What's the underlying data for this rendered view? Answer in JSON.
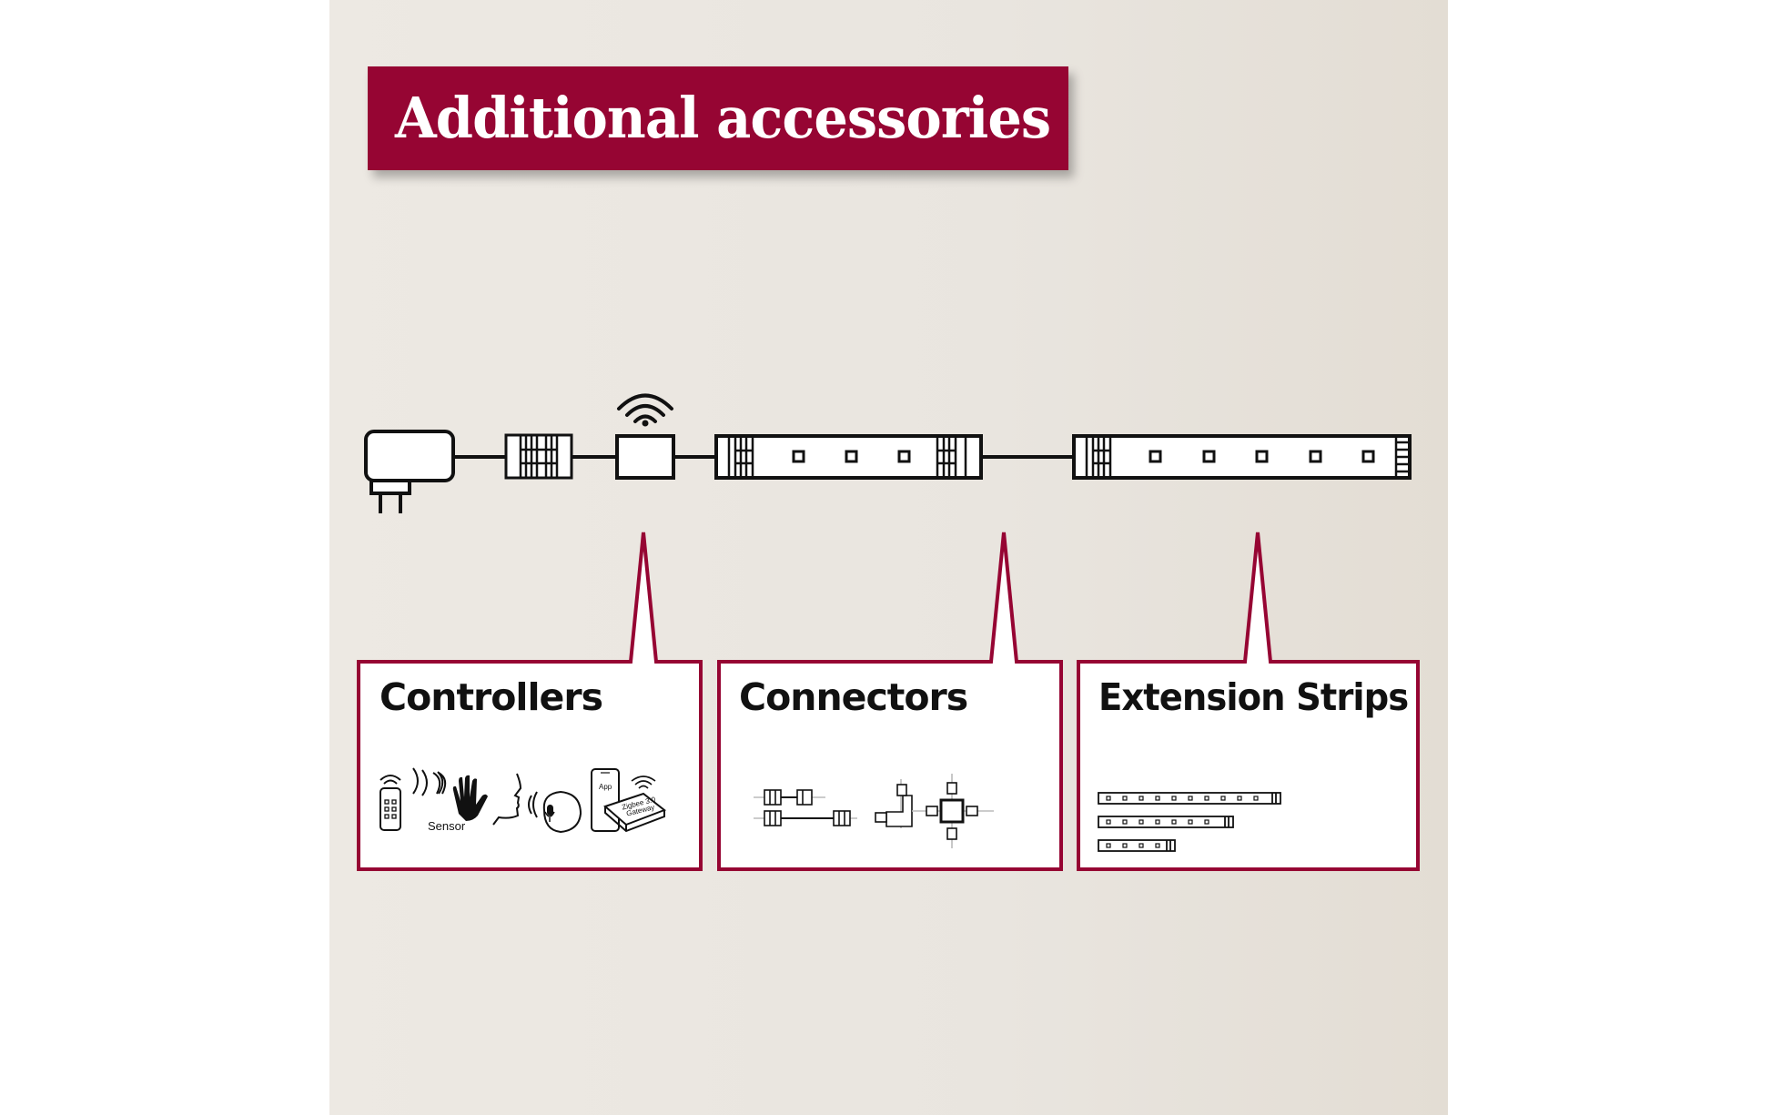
{
  "title": "Additional accessories",
  "colors": {
    "accent": "#960533",
    "ink": "#111111",
    "card_fill": "#ffffff"
  },
  "cards": [
    {
      "label": "Controllers",
      "icons": [
        "remote-control-icon",
        "sensor-hand-icon",
        "voice-assistant-icon",
        "smartphone-app-icon",
        "zigbee-gateway-icon"
      ],
      "sensor_label": "Sensor",
      "app_label": "App",
      "gateway_label": "Zigbee 3.0 Gateway"
    },
    {
      "label": "Connectors",
      "icons": [
        "strip-connector-icon",
        "cable-connector-icon",
        "corner-connector-icon",
        "cross-connector-icon"
      ]
    },
    {
      "label": "Extension Strips",
      "icons": [
        "extension-strip-long-icon",
        "extension-strip-medium-icon",
        "extension-strip-short-icon"
      ]
    }
  ],
  "system_icons": [
    "power-plug-icon",
    "feed-connector-icon",
    "wifi-controller-icon",
    "led-strip-icon",
    "led-extension-strip-icon"
  ]
}
